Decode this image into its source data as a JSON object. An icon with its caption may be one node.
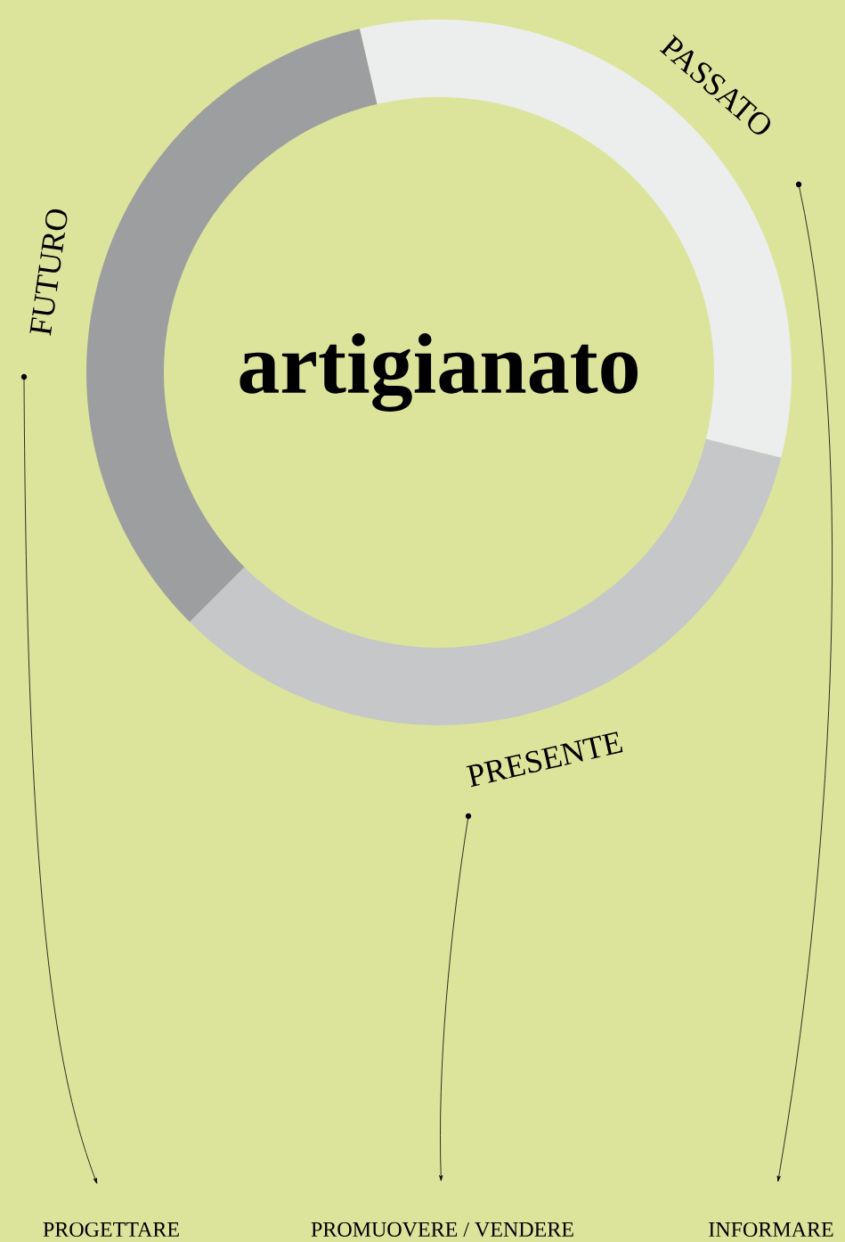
{
  "diagram": {
    "nodes": [
      {
        "text": [
          "artigianato"
        ]
      },
      {
        "text": [
          "PASSATO"
        ]
      },
      {
        "text": [
          "PRESENTE"
        ]
      },
      {
        "text": [
          "FUTURO"
        ]
      },
      {
        "text": [
          "PROGETTARE"
        ]
      },
      {
        "text": [
          "PROMUOVERE / VENDERE"
        ]
      },
      {
        "text": [
          "INFORMARE"
        ]
      }
    ],
    "edges": [
      {
        "from": 3,
        "to": 4,
        "arrow": "to"
      },
      {
        "from": 2,
        "to": 5,
        "arrow": "to"
      },
      {
        "from": 1,
        "to": 6,
        "arrow": "to"
      }
    ]
  }
}
